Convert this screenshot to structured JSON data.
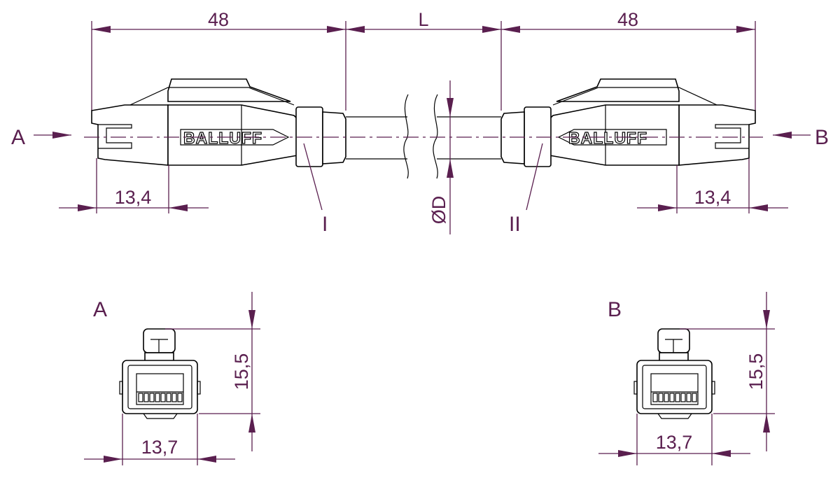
{
  "dimensions": {
    "top_left": "48",
    "top_middle": "L",
    "top_right": "48",
    "plug_left": "13,4",
    "plug_right": "13,4",
    "diameter": "ØD",
    "face_a_height": "15,5",
    "face_a_width": "13,7",
    "face_b_height": "15,5",
    "face_b_width": "13,7"
  },
  "labels": {
    "end_a": "A",
    "end_b": "B",
    "marker_one": "I",
    "marker_two": "II",
    "view_a": "A",
    "view_b": "B"
  },
  "brand": {
    "left": "BALLUFF",
    "right": "BALLUFF"
  },
  "colors": {
    "dimension": "#5a1f4f",
    "outline": "#000000"
  }
}
